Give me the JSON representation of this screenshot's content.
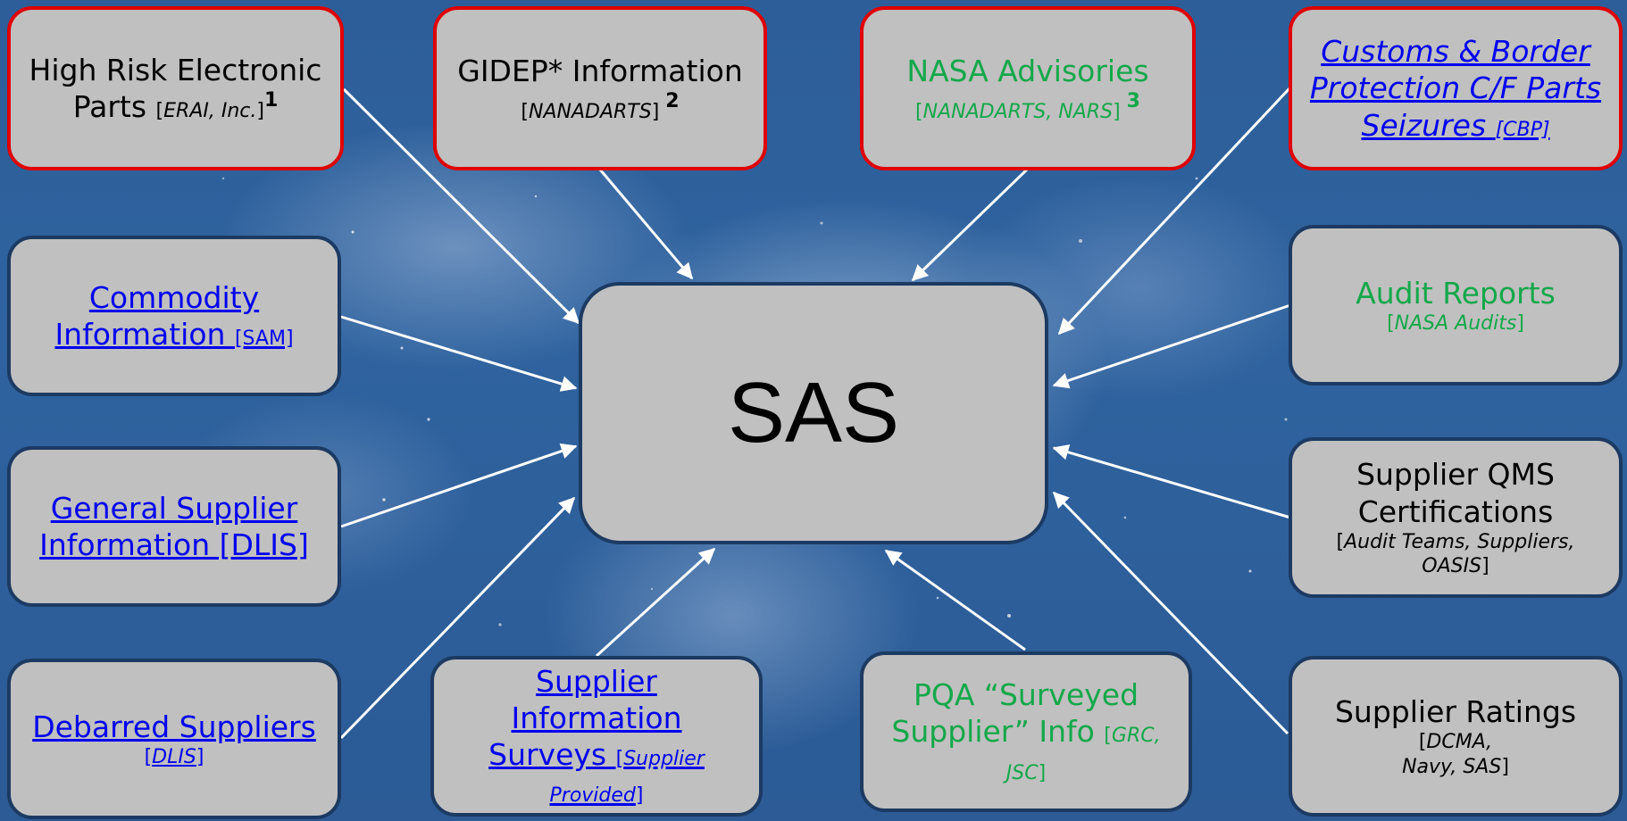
{
  "center": {
    "label": "SAS"
  },
  "nodes": {
    "high_risk": {
      "line1": "High Risk Electronic",
      "line2": "Parts",
      "source": "ERAI, Inc.",
      "note": "1"
    },
    "gidep": {
      "line1": "GIDEP* Information",
      "source": "NANADARTS",
      "note": "2"
    },
    "nasa_adv": {
      "line1": "NASA Advisories",
      "source": "NANADARTS, NARS",
      "note": "3"
    },
    "customs": {
      "line1": "Customs & Border",
      "line2": "Protection C/F Parts",
      "line3": "Seizures",
      "source": "[CBP]"
    },
    "commodity": {
      "line1": "Commodity",
      "line2": "Information",
      "source": "[SAM]"
    },
    "audit": {
      "line1": "Audit  Reports",
      "source": "NASA Audits"
    },
    "general": {
      "line1": "General Supplier",
      "line2": "Information [DLIS]"
    },
    "qms": {
      "line1": "Supplier QMS",
      "line2": "Certifications",
      "source": "Audit Teams, Suppliers, OASIS"
    },
    "debarred": {
      "line1": "Debarred Suppliers",
      "source": "DLIS"
    },
    "surveys": {
      "line1": "Supplier Information",
      "line2": "Surveys",
      "source": "Supplier Provided"
    },
    "pqa": {
      "line1": "PQA “Surveyed",
      "line2": "Supplier” Info",
      "source": "GRC, JSC"
    },
    "ratings": {
      "line1": "Supplier Ratings",
      "source1": "DCMA,",
      "source2": "Navy, SAS"
    }
  }
}
